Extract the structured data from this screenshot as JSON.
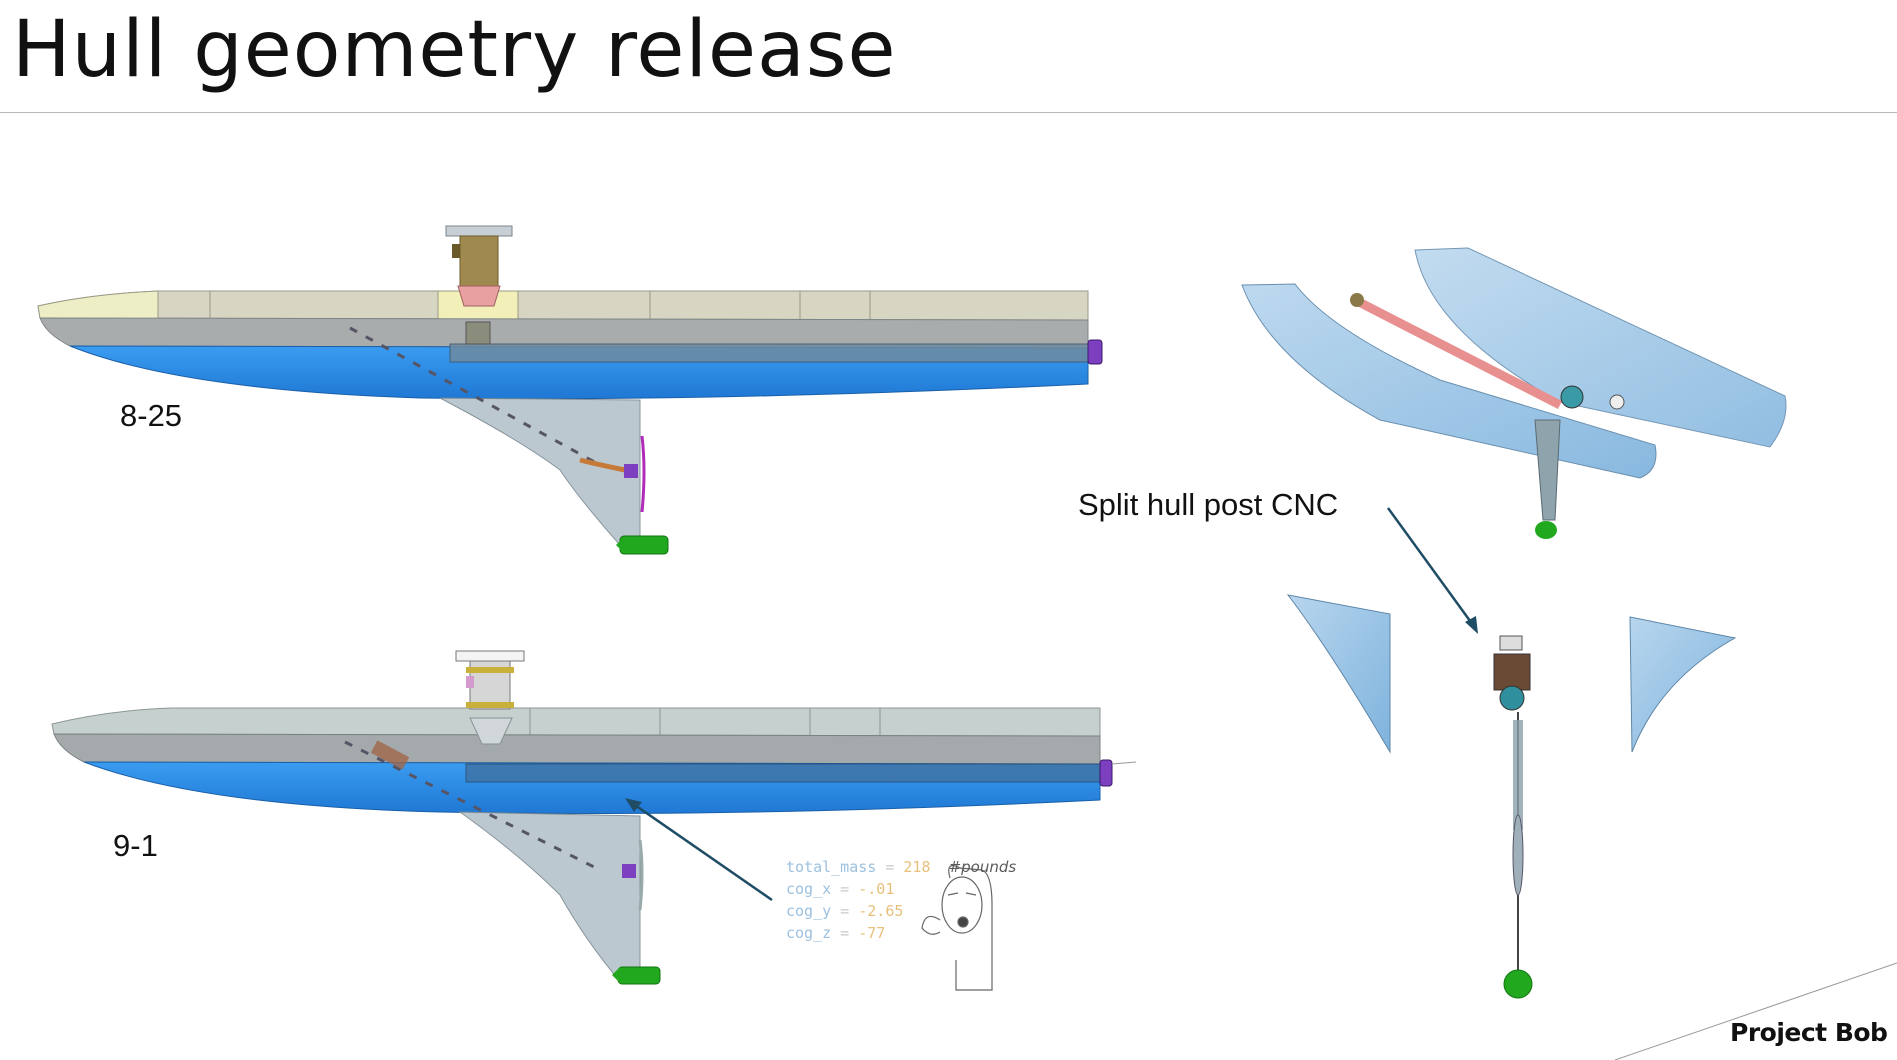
{
  "slide": {
    "title": "Hull geometry release",
    "label_top": "8-25",
    "label_bottom": "9-1",
    "callout": "Split hull post CNC",
    "footer_brand": "Project Bob"
  },
  "mass_props": {
    "lines": [
      {
        "key": "total_mass",
        "op": " = ",
        "val": "218",
        "comment": "#pounds"
      },
      {
        "key": "cog_x",
        "op": " = ",
        "val": "-.01",
        "comment": ""
      },
      {
        "key": "cog_y",
        "op": " = ",
        "val": "-2.65",
        "comment": ""
      },
      {
        "key": "cog_z",
        "op": " = ",
        "val": "-77",
        "comment": ""
      }
    ]
  },
  "colors": {
    "hull_blue": "#2f8fe6",
    "deck_gray": "#cdd3d1",
    "keel_gray": "#b7c4cb",
    "ballast_green": "#22a81f",
    "arrow": "#1f4d66",
    "prop_purple": "#7b3fbf",
    "tube_pink": "#f2a0a0"
  }
}
